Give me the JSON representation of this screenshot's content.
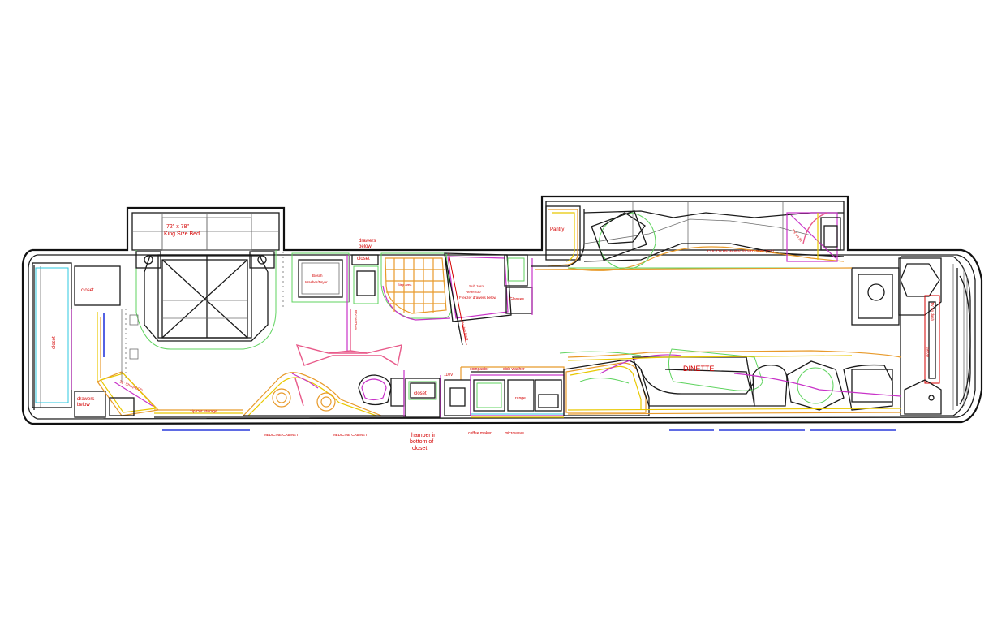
{
  "labels": {
    "bed": "72\" x 78\"",
    "bed2": "King Size Bed",
    "drawers_below_top1": "drawers",
    "drawers_below_top2": "below",
    "closet_top": "closet",
    "washer1": "Bosch",
    "washer2": "Washer/Dryer",
    "pocket_door_1": "Pocket Door",
    "tile_area": "Step area",
    "sub_zero1": "Sub zero",
    "sub_zero2": "Refer top",
    "sub_zero3": "Freezer drawers below",
    "pocket_door_2": "Pocket Door",
    "pantry": "Pantry",
    "glasses": "Glasses",
    "couch": "COUCH REMAINS AT STD SIZE (72\")",
    "tv_right": "TV on lift",
    "closet_left": "closet",
    "closet_rear": "closet",
    "drawers_rear1": "drawers",
    "drawers_rear2": "below",
    "sharp_lcd": "32\" Sharp LCD",
    "tip_out": "Tip Out Storage",
    "med_cab_1": "MEDICINE CABINET",
    "med_cab_2": "MEDICINE CABINET",
    "closet_mid": "closet",
    "hamper1": "hamper in",
    "hamper2": "bottom of",
    "hamper3": "closet",
    "v110": "110V",
    "compactor": "compactor",
    "dish_washer": "dish washer",
    "range": "range",
    "coffee_maker": "coffee maker",
    "microwave": "microwave",
    "dinette": "DINETTE",
    "front_vertical": "TV on dash",
    "closet_rear_vertical": "closet"
  },
  "colors": {
    "label": "#d40000",
    "outline": "#1a1a1a",
    "green": "#5fd35f",
    "yellow": "#e8c800",
    "orange": "#e89a2a",
    "magenta": "#c832c8",
    "cyan": "#2cc8e0",
    "pink": "#e85a8a",
    "blue": "#2a3adc"
  }
}
